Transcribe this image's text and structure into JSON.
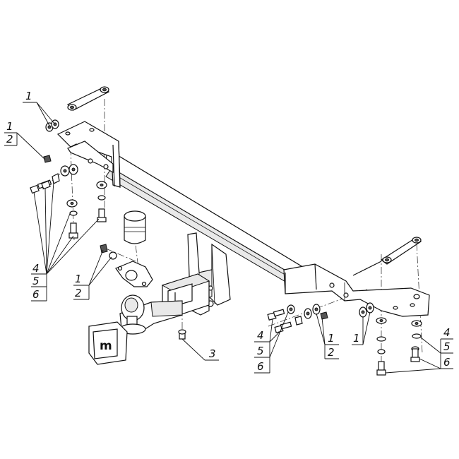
{
  "callouts": {
    "top_left_1": "1",
    "left_1": "1",
    "left_2": "2",
    "left_4": "4",
    "left_5": "5",
    "left_6": "6",
    "mid_1": "1",
    "mid_2": "2",
    "center_3": "3",
    "bottom_4": "4",
    "bottom_5": "5",
    "bottom_6": "6",
    "bottom_1": "1",
    "bottom_2": "2",
    "bottom_1b": "1",
    "right_4": "4",
    "right_5": "5",
    "right_6": "6"
  },
  "cover_logo": "m"
}
